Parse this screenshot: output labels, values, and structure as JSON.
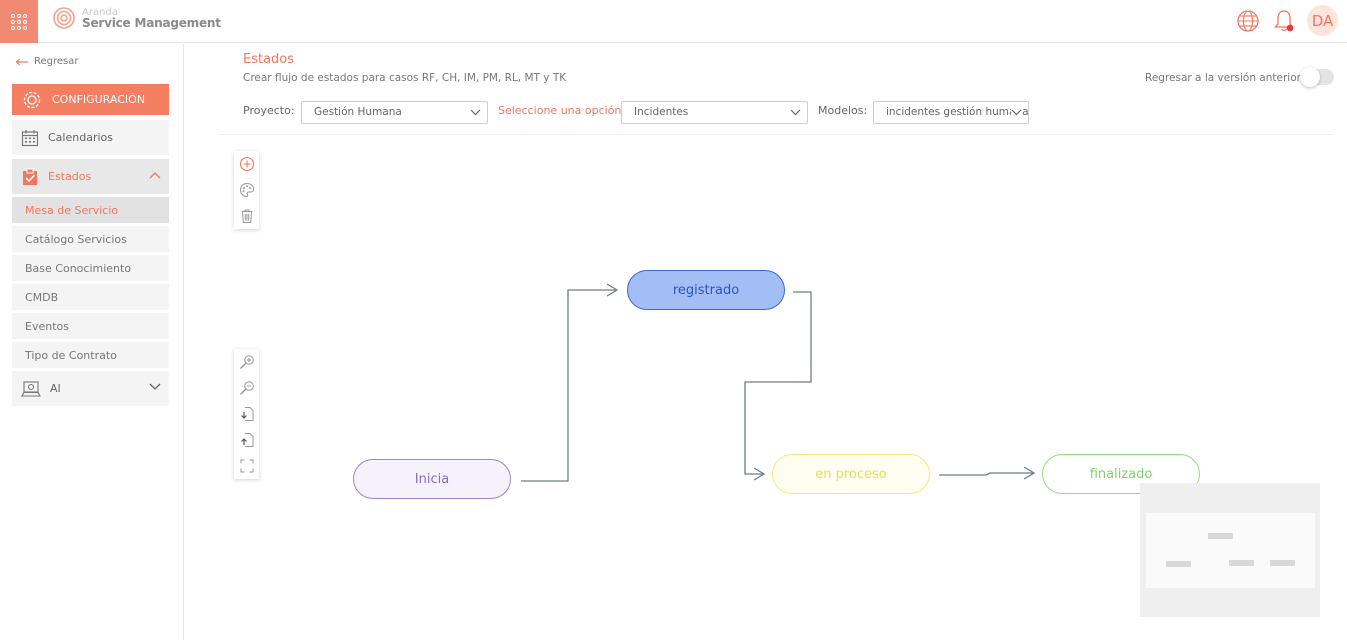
{
  "header": {
    "brand_small": "Aranda",
    "brand_name": "Service Management",
    "avatar_initials": "DA",
    "accent_color": "#f47e62"
  },
  "sidebar": {
    "back_label": "Regresar",
    "config_label": "CONFIGURACIÓN",
    "items": [
      {
        "label": "Calendarios",
        "icon": "calendar-icon"
      },
      {
        "label": "Estados",
        "icon": "checklist-icon",
        "expanded": true
      },
      {
        "label": "AI",
        "icon": "ai-icon",
        "expanded": false
      }
    ],
    "estados_sub": [
      {
        "label": "Mesa de Servicio",
        "active": true
      },
      {
        "label": "Catálogo Servicios"
      },
      {
        "label": "Base Conocimiento"
      },
      {
        "label": "CMDB"
      },
      {
        "label": "Eventos"
      },
      {
        "label": "Tipo de Contrato"
      }
    ]
  },
  "main": {
    "title": "Estados",
    "subtitle": "Crear flujo de estados para casos RF, CH, IM, PM, RL, MT y TK",
    "prev_version_label": "Regresar a la versión anterior",
    "prev_version_enabled": false,
    "filters": {
      "project_label": "Proyecto:",
      "project_value": "Gestión Humana",
      "option_label": "Seleccione una opción",
      "option_value": "Incidentes",
      "models_label": "Modelos:",
      "models_value": "incidentes gestión humana"
    }
  },
  "diagram": {
    "nodes": [
      {
        "id": "inicia",
        "label": "Inicia",
        "fill": "#f6f2fb",
        "stroke": "#9d86c6",
        "text": "#8a6fb8"
      },
      {
        "id": "registrado",
        "label": "registrado",
        "fill": "#a3bdf5",
        "stroke": "#3b66d6",
        "text": "#2b56c0"
      },
      {
        "id": "en_proceso",
        "label": "en proceso",
        "fill": "#fffef0",
        "stroke": "#f4eb7e",
        "text": "#e9dd5a"
      },
      {
        "id": "finalizado",
        "label": "finalizado",
        "fill": "#ffffff",
        "stroke": "#8ee07c",
        "text": "#7fd36b"
      }
    ]
  }
}
